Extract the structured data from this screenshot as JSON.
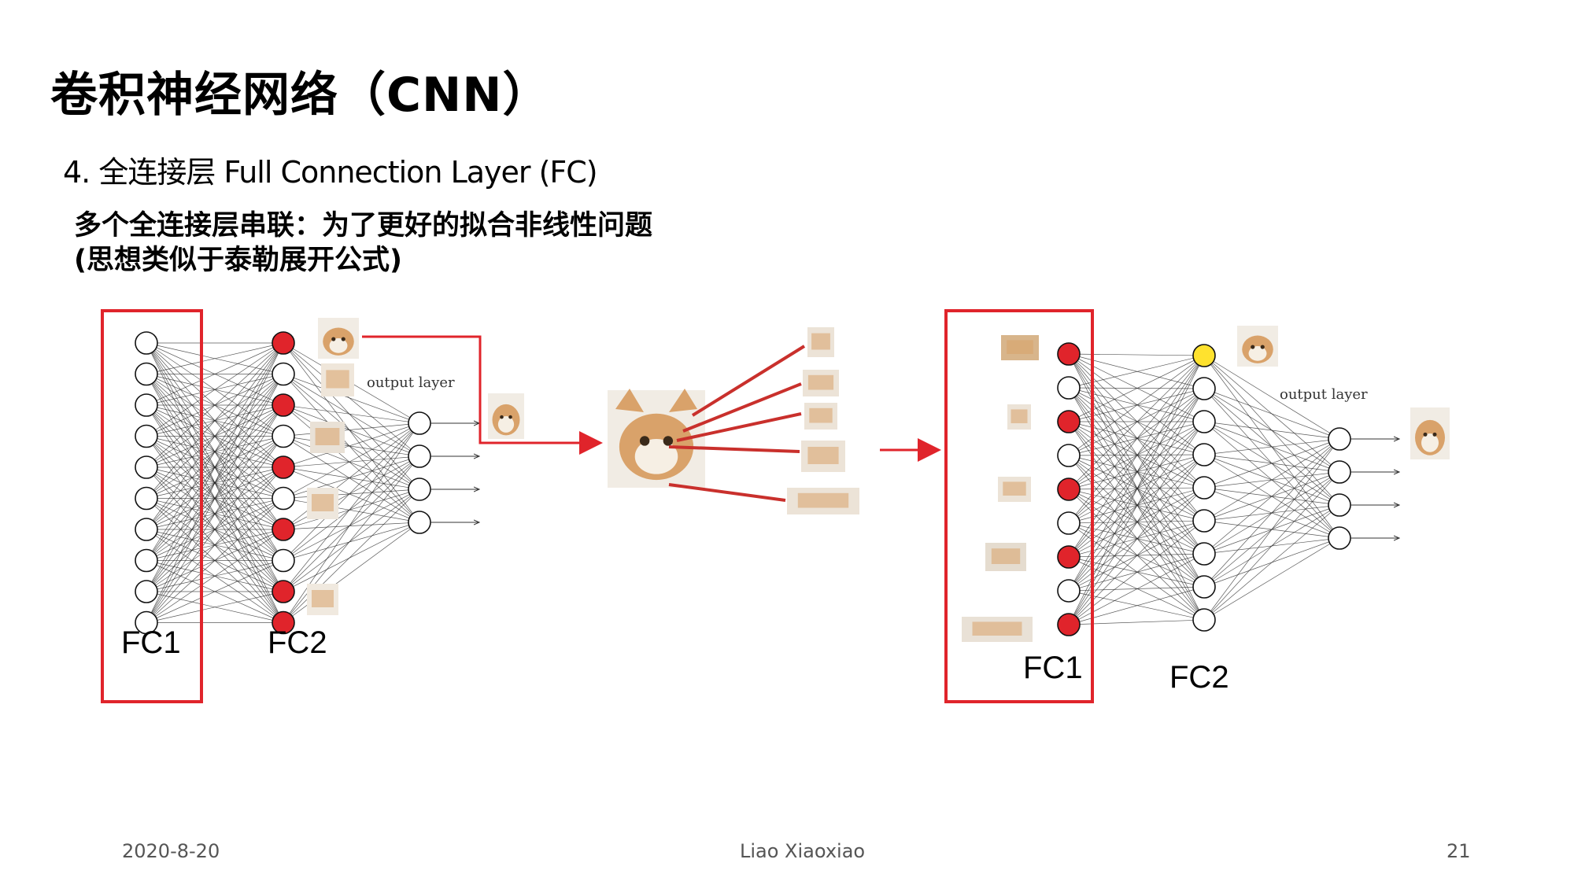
{
  "slide": {
    "title": "卷积神经网络（CNN）",
    "subtitle": "4. 全连接层 Full Connection Layer (FC)",
    "description": [
      "多个全连接层串联：为了更好的拟合非线性问题",
      "(思想类似于泰勒展开公式)"
    ]
  },
  "diagram": {
    "left_network": {
      "fc1_label": "FC1",
      "fc2_label": "FC2",
      "output_label": "output layer"
    },
    "right_network": {
      "fc1_label": "FC1",
      "fc2_label": "FC2",
      "output_label": "output layer"
    },
    "colors": {
      "highlight_box": "#e0242b",
      "active_neuron": "#e0242b",
      "top_neuron": "#ffe22e",
      "cat_fur": "#d9a26a"
    }
  },
  "footer": {
    "date": "2020-8-20",
    "author": "Liao Xiaoxiao",
    "page": "21"
  }
}
